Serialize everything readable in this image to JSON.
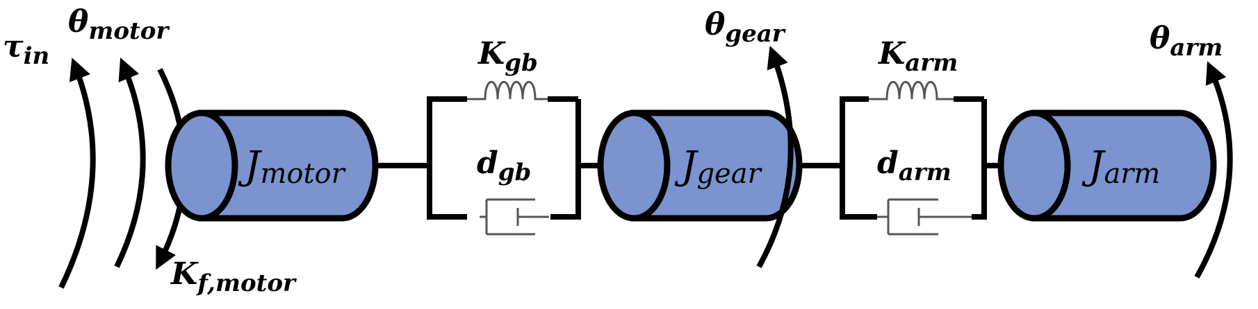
{
  "labels": {
    "tau_in": {
      "sym": "τ",
      "sub": "in"
    },
    "theta_motor": {
      "sym": "θ",
      "sub": "motor"
    },
    "k_f_motor": {
      "sym": "K",
      "sub": "f,motor"
    },
    "k_gb": {
      "sym": "K",
      "sub": "gb"
    },
    "d_gb": {
      "sym": "d",
      "sub": "gb"
    },
    "theta_gear": {
      "sym": "θ",
      "sub": "gear"
    },
    "k_arm": {
      "sym": "K",
      "sub": "arm"
    },
    "d_arm": {
      "sym": "d",
      "sub": "arm"
    },
    "theta_arm": {
      "sym": "θ",
      "sub": "arm"
    }
  },
  "inertias": {
    "motor": {
      "sym": "J",
      "sub": "motor"
    },
    "gear": {
      "sym": "J",
      "sub": "gear"
    },
    "arm": {
      "sym": "J",
      "sub": "arm"
    }
  },
  "colors": {
    "inertia_fill": "#7b93cf",
    "stroke": "#000000",
    "spring_damper": "#555555"
  }
}
